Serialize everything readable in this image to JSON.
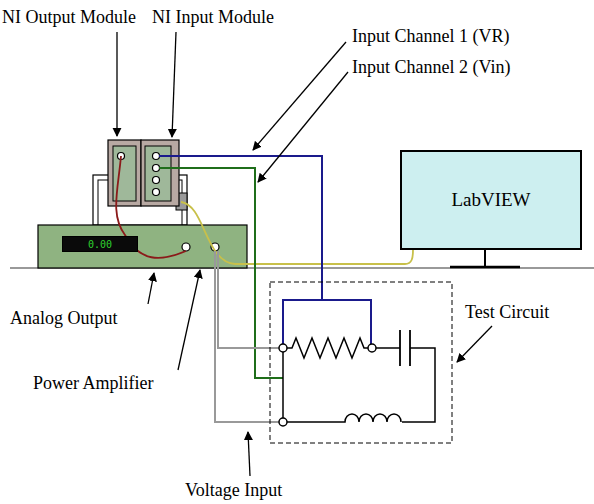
{
  "diagram": {
    "nodes": [
      {
        "text": [
          "LabVIEW"
        ]
      },
      {
        "text": [
          "0.00"
        ]
      }
    ],
    "labels": [
      "NI Output Module",
      "NI Input Module",
      "Input Channel 1 (VR)",
      "Input Channel 2 (Vin)",
      "Analog Output",
      "Test Circuit",
      "Power Amplifier",
      "Voltage Input"
    ]
  }
}
